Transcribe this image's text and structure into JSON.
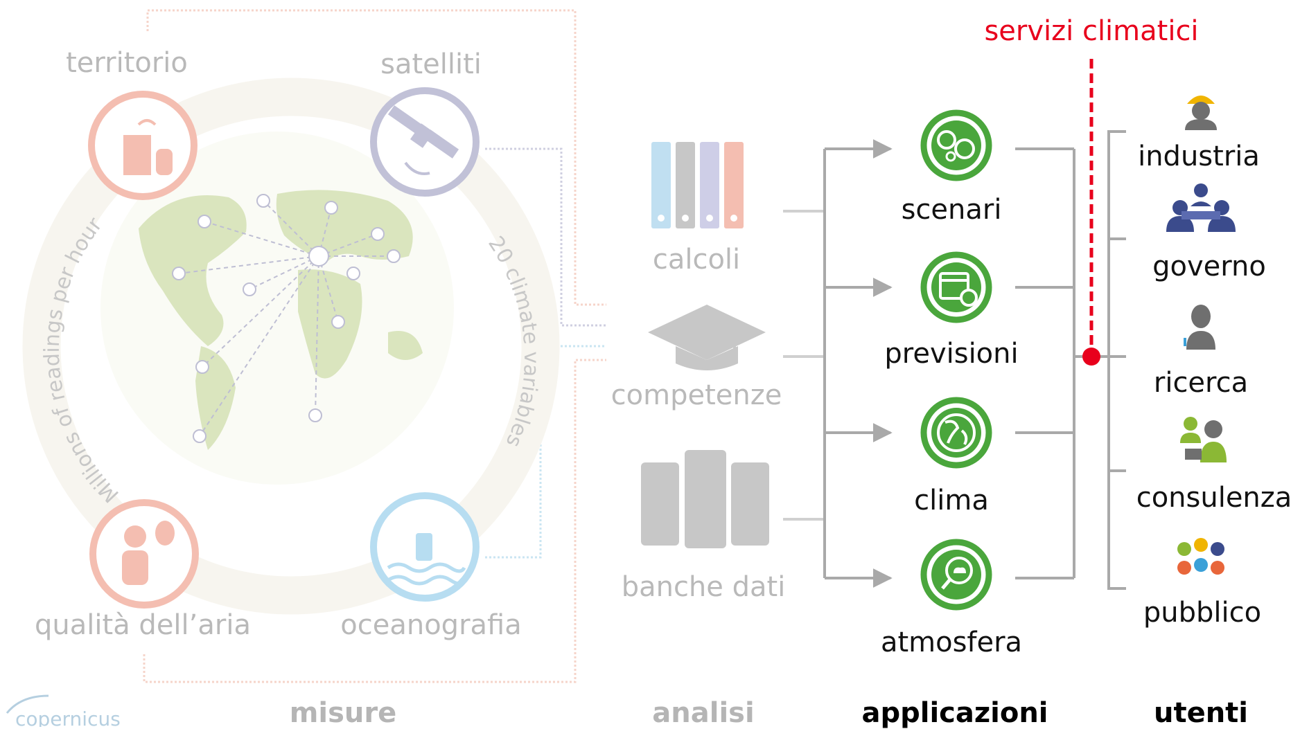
{
  "measures": {
    "header": "misure",
    "items": {
      "territory": "territorio",
      "satellites": "satelliti",
      "air_quality": "qualità dell’aria",
      "oceanography": "oceanografia"
    },
    "arc_left": "Millions of readings per hour",
    "arc_right": "20 climate variables",
    "logo_text": "copernicus"
  },
  "analysis": {
    "header": "analisi",
    "items": [
      "calcoli",
      "competenze",
      "banche dati"
    ]
  },
  "applications": {
    "header": "applicazioni",
    "items": [
      "scenari",
      "previsioni",
      "clima",
      "atmosfera"
    ]
  },
  "users": {
    "header": "utenti",
    "items": [
      "industria",
      "governo",
      "ricerca",
      "consulenza",
      "pubblico"
    ]
  },
  "climate_services": "servizi climatici",
  "colors": {
    "green": "#4aa63c",
    "red": "#e8001c",
    "grey_line": "#a9a9a9",
    "faded_text": "#b9b9b9"
  }
}
